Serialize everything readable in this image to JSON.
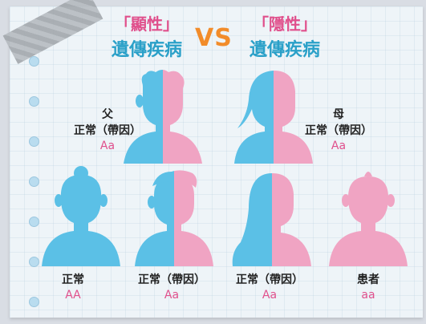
{
  "colors": {
    "blue": "#5bc0e6",
    "pink": "#f0a4c3",
    "title_pink": "#e0508c",
    "title_blue": "#2aa0c8",
    "vs_orange": "#f28c2a",
    "genotype": "#e0508c"
  },
  "titles": {
    "left": {
      "top": "「顯性」",
      "bottom": "遺傳疾病"
    },
    "vs": "VS",
    "right": {
      "top": "「隱性」",
      "bottom": "遺傳疾病"
    }
  },
  "parents": {
    "father": {
      "relation": "父",
      "status": "正常（帶因）",
      "genotype": "Aa"
    },
    "mother": {
      "relation": "母",
      "status": "正常（帶因）",
      "genotype": "Aa"
    }
  },
  "children": [
    {
      "status": "正常",
      "genotype": "AA"
    },
    {
      "status": "正常（帶因）",
      "genotype": "Aa"
    },
    {
      "status": "正常（帶因）",
      "genotype": "Aa"
    },
    {
      "status": "患者",
      "genotype": "aa"
    }
  ]
}
